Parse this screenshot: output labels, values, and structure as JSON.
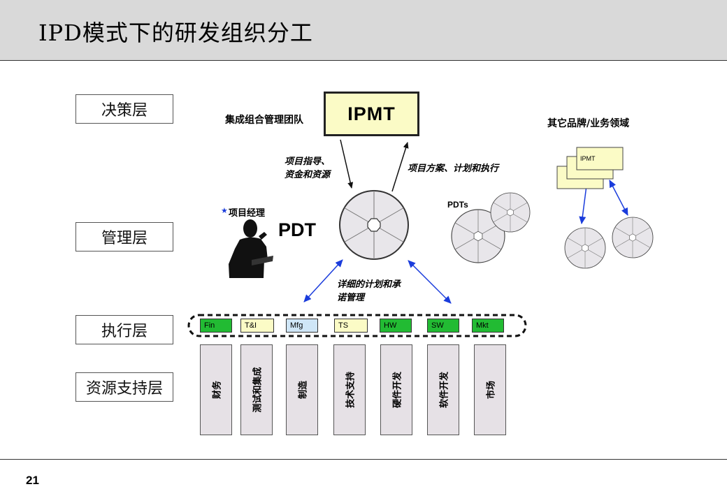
{
  "title": "IPD模式下的研发组织分工",
  "page_number": "21",
  "layers": {
    "decision": "决策层",
    "management": "管理层",
    "execution": "执行层",
    "resource": "资源支持层"
  },
  "ipmt": {
    "label": "IPMT",
    "team_label": "集成组合管理团队"
  },
  "other_brands": {
    "label": "其它品牌/业务领域",
    "card_label": "IPMT"
  },
  "arrows": {
    "guidance": "项目指导、\n资金和资源",
    "plan": "项目方案、计划和执行",
    "detail": "详细的计划和承\n诺管理"
  },
  "pdt": {
    "label": "PDT",
    "manager": "项目经理",
    "star": "★",
    "pdts_label": "PDTs"
  },
  "functions": [
    {
      "label": "Fin",
      "color": "#22bb33"
    },
    {
      "label": "T&I",
      "color": "#fbfbc6"
    },
    {
      "label": "Mfg",
      "color": "#cfe6f7"
    },
    {
      "label": "TS",
      "color": "#fbfbc6"
    },
    {
      "label": "HW",
      "color": "#22bb33"
    },
    {
      "label": "SW",
      "color": "#22bb33"
    },
    {
      "label": "Mkt",
      "color": "#22bb33"
    }
  ],
  "resources": [
    "财务",
    "测试和集成",
    "制造",
    "技术支持",
    "硬件开发",
    "软件开发",
    "市场"
  ],
  "colors": {
    "header_bg": "#d9d9d9",
    "arrow": "#1a3cdc",
    "wheel_fill": "#e8e6ea"
  }
}
